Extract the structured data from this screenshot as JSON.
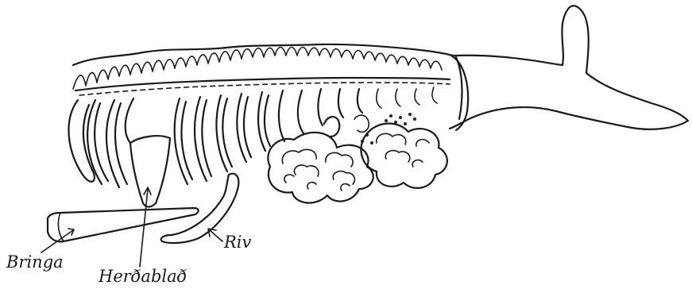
{
  "labels": {
    "bringa": "Bringa",
    "herdablad": "Herðablað",
    "riv": "Riv"
  }
}
